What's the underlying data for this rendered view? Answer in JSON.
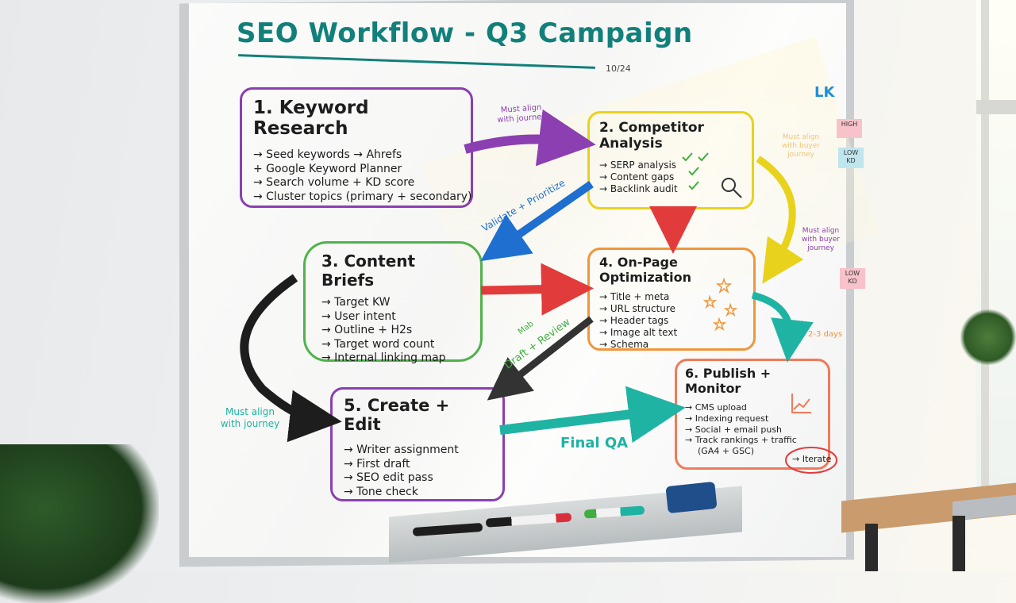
{
  "board": {
    "title": "SEO Workflow - Q3 Campaign",
    "date": "10/24",
    "initials": "LK"
  },
  "steps": [
    {
      "title": "1. Keyword Research",
      "color": "#8b3fb0",
      "items": [
        "→ Seed keywords → Ahrefs",
        "+ Google Keyword Planner",
        "→ Search volume + KD score",
        "→ Cluster topics (primary + secondary)"
      ]
    },
    {
      "title": "2. Competitor Analysis",
      "color": "#e8d21c",
      "items": [
        "→ SERP analysis",
        "→ Content gaps",
        "→ Backlink audit"
      ]
    },
    {
      "title": "3. Content Briefs",
      "color": "#4fb34a",
      "items": [
        "→ Target KW",
        "→ User intent",
        "→ Outline + H2s",
        "→ Target word count",
        "→ Internal linking map"
      ]
    },
    {
      "title": "4. On-Page Optimization",
      "color": "#f0963a",
      "items": [
        "→ Title + meta",
        "→ URL structure",
        "→ Header tags",
        "→ Image alt text",
        "→ Schema"
      ]
    },
    {
      "title": "5. Create + Edit",
      "color": "#8b3fb0",
      "items": [
        "→ Writer assignment",
        "→ First draft",
        "→ SEO edit pass",
        "→ Tone check"
      ]
    },
    {
      "title": "6. Publish + Monitor",
      "color": "#f07a5a",
      "items": [
        "→ CMS upload",
        "→ Indexing request",
        "→ Social + email push",
        "→ Track rankings + traffic",
        "(GA4 + GSC)"
      ]
    }
  ],
  "annotations": {
    "must_align_top": "Must align with journey",
    "validate_prioritize": "Validate + Prioritize",
    "must_align_right": "Must align with buyer journey",
    "must_align_right_faded": "Must align with buyer journey",
    "days": "2-3 days",
    "draft_review": "Draft + Review",
    "draft_review_mark": "Mab",
    "must_align_left": "Must align with journey",
    "final_qa": "Final QA",
    "iterate": "→ Iterate"
  },
  "sticky_notes": [
    {
      "text": "HIGH",
      "color": "#f7c2c9"
    },
    {
      "text": "LOW KD",
      "color": "#bfe5ee"
    },
    {
      "text": "LOW KD",
      "color": "#f7c2c9"
    }
  ],
  "colors": {
    "title": "#12807a",
    "arrow_purple": "#8b3fb0",
    "arrow_blue": "#1e6fd0",
    "arrow_red": "#e23b3b",
    "arrow_yellow": "#e8d21c",
    "arrow_teal": "#1fb3a3",
    "arrow_black": "#1d1d1d",
    "arrow_dark": "#333333",
    "check": "#3fae3f"
  },
  "icons": [
    "check-icon",
    "magnifier-icon",
    "stars-icon",
    "trend-chart-icon"
  ]
}
